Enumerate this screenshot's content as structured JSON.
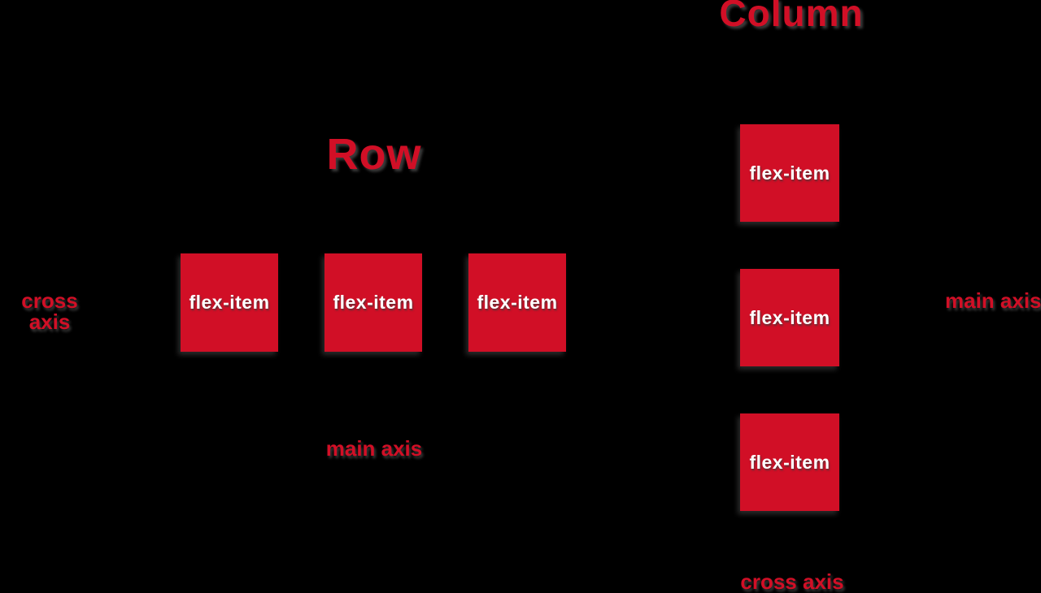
{
  "colors": {
    "background": "#000000",
    "accent_red": "#d10f26",
    "item_text": "#ffffff",
    "shadow_gray": "#787878"
  },
  "row": {
    "title": "Row",
    "items": [
      "flex-item",
      "flex-item",
      "flex-item"
    ],
    "main_axis_label": "main axis",
    "cross_axis_label": "cross axis"
  },
  "column": {
    "title": "Column",
    "items": [
      "flex-item",
      "flex-item",
      "flex-item"
    ],
    "main_axis_label": "main axis",
    "cross_axis_label": "cross axis"
  }
}
